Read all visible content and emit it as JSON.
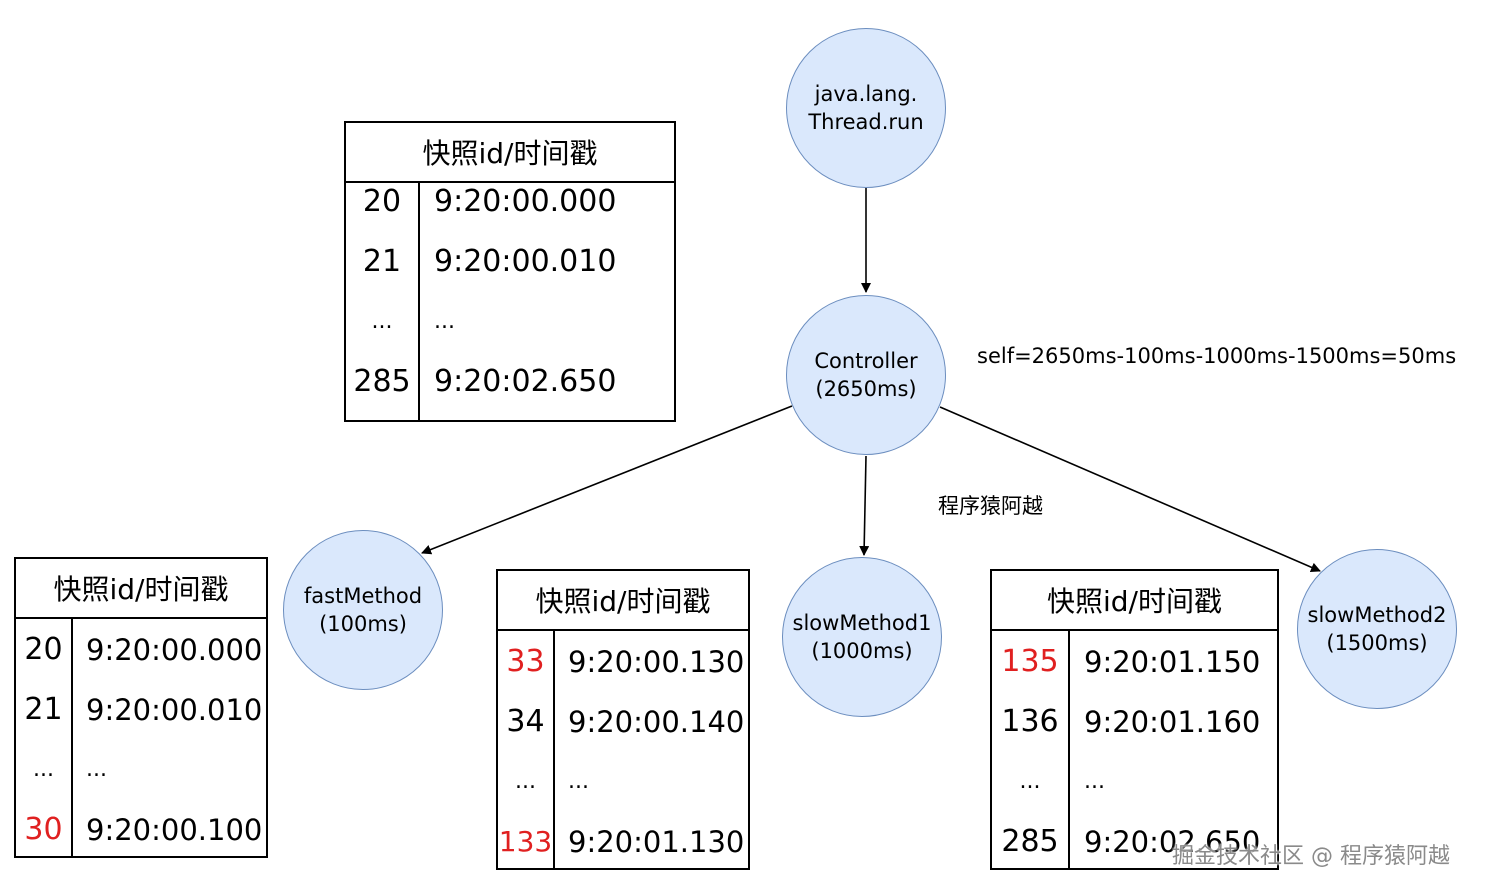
{
  "nodes": {
    "thread_run": {
      "lines": [
        "java.lang.",
        "Thread.run"
      ]
    },
    "controller": {
      "lines": [
        "Controller",
        "(2650ms)"
      ]
    },
    "fast_method": {
      "lines": [
        "fastMethod",
        "(100ms)"
      ]
    },
    "slow_method1": {
      "lines": [
        "slowMethod1",
        "(1000ms)"
      ]
    },
    "slow_method2": {
      "lines": [
        "slowMethod2",
        "(1500ms)"
      ]
    }
  },
  "tables": {
    "controller": {
      "header": "快照id/时间戳",
      "rows": [
        {
          "id": "20",
          "time": "9:20:00.000",
          "highlight": false
        },
        {
          "id": "21",
          "time": "9:20:00.010",
          "highlight": false
        },
        {
          "id": "...",
          "time": "...",
          "highlight": false
        },
        {
          "id": "285",
          "time": "9:20:02.650",
          "highlight": false
        }
      ]
    },
    "fast_method": {
      "header": "快照id/时间戳",
      "rows": [
        {
          "id": "20",
          "time": "9:20:00.000",
          "highlight": false
        },
        {
          "id": "21",
          "time": "9:20:00.010",
          "highlight": false
        },
        {
          "id": "...",
          "time": "...",
          "highlight": false
        },
        {
          "id": "30",
          "time": "9:20:00.100",
          "highlight": true
        }
      ]
    },
    "slow_method1": {
      "header": "快照id/时间戳",
      "rows": [
        {
          "id": "33",
          "time": "9:20:00.130",
          "highlight": true
        },
        {
          "id": "34",
          "time": "9:20:00.140",
          "highlight": false
        },
        {
          "id": "...",
          "time": "...",
          "highlight": false
        },
        {
          "id": "133",
          "time": "9:20:01.130",
          "highlight": true
        }
      ]
    },
    "slow_method2": {
      "header": "快照id/时间戳",
      "rows": [
        {
          "id": "135",
          "time": "9:20:01.150",
          "highlight": true
        },
        {
          "id": "136",
          "time": "9:20:01.160",
          "highlight": false
        },
        {
          "id": "...",
          "time": "...",
          "highlight": false
        },
        {
          "id": "285",
          "time": "9:20:02.650",
          "highlight": false
        }
      ]
    }
  },
  "annotations": {
    "self_time": "self=2650ms-100ms-1000ms-1500ms=50ms",
    "author": "程序猿阿越",
    "watermark": "掘金技术社区 @ 程序猿阿越"
  },
  "colors": {
    "node_fill": "#dae8fc",
    "node_stroke": "#6c8ebf",
    "highlight": "#e02020"
  }
}
